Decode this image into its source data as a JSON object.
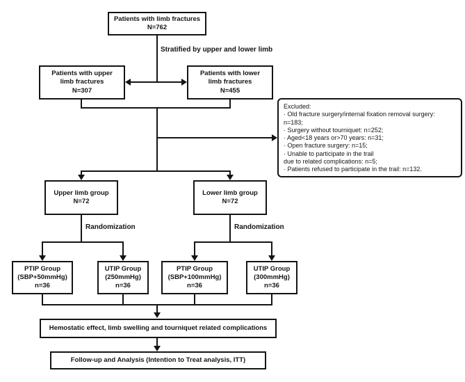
{
  "diagram": {
    "colors": {
      "ink": "#141414",
      "background": "#ffffff"
    },
    "boxes": {
      "patients_limb": {
        "lines": [
          "Patients with limb fractures",
          "N=762"
        ]
      },
      "upper_fractures": {
        "lines": [
          "Patients with upper",
          "limb fractures",
          "N=307"
        ]
      },
      "lower_fractures": {
        "lines": [
          "Patients with lower",
          "limb fractures",
          "N=455"
        ]
      },
      "upper_group": {
        "lines": [
          "Upper limb group",
          "N=72"
        ]
      },
      "lower_group": {
        "lines": [
          "Lower limb group",
          "N=72"
        ]
      },
      "ptip_upper": {
        "lines": [
          "PTIP Group",
          "(SBP+50mmHg)",
          "n=36"
        ]
      },
      "utip_upper": {
        "lines": [
          "UTIP Group",
          "(250mmHg)",
          "n=36"
        ]
      },
      "ptip_lower": {
        "lines": [
          "PTIP Group",
          "(SBP+100mmHg)",
          "n=36"
        ]
      },
      "utip_lower": {
        "lines": [
          "UTIP Group",
          "(300mmHg)",
          "n=36"
        ]
      },
      "outcome": {
        "lines": [
          "Hemostatic effect, limb swelling and tourniquet related complications"
        ]
      },
      "followup": {
        "lines": [
          "Follow-up and Analysis (Intention to Treat analysis, ITT)"
        ]
      }
    },
    "labels": {
      "stratified": "Stratified by upper and lower limb",
      "randomization_upper": "Randomization",
      "randomization_lower": "Randomization"
    },
    "excluded": {
      "lines": [
        "Excluded:",
        "· Old fracture surgery/internal fixation removal surgery:",
        "n=183;",
        "· Surgery without tourniquet: n=252;",
        "· Aged<18 years or>70 years: n=31;",
        "· Open fracture surgery: n=15;",
        "· Unable to participate in the trail",
        "due to related complications: n=5;",
        "· Patients refused to participate in the trail: n=132."
      ]
    }
  }
}
